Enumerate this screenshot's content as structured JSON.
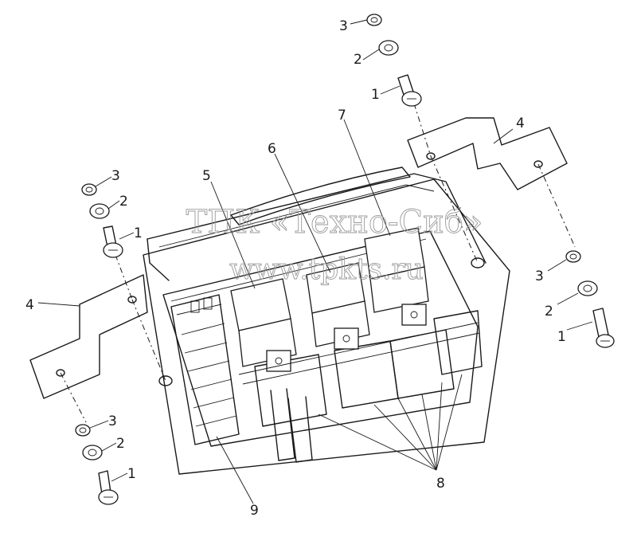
{
  "watermark": {
    "company": "ТПК «Техно-Сиб»",
    "url": "www.tpkts.ru"
  },
  "callouts": {
    "c1_tr": "1",
    "c2_tr": "2",
    "c3_tr": "3",
    "c1_l": "1",
    "c2_l": "2",
    "c3_l": "3",
    "c1_bl": "1",
    "c2_bl": "2",
    "c3_bl": "3",
    "c1_r": "1",
    "c2_r": "2",
    "c3_r": "3",
    "c4_tr": "4",
    "c4_l": "4",
    "c5": "5",
    "c6": "6",
    "c7": "7",
    "c8": "8",
    "c9": "9"
  }
}
